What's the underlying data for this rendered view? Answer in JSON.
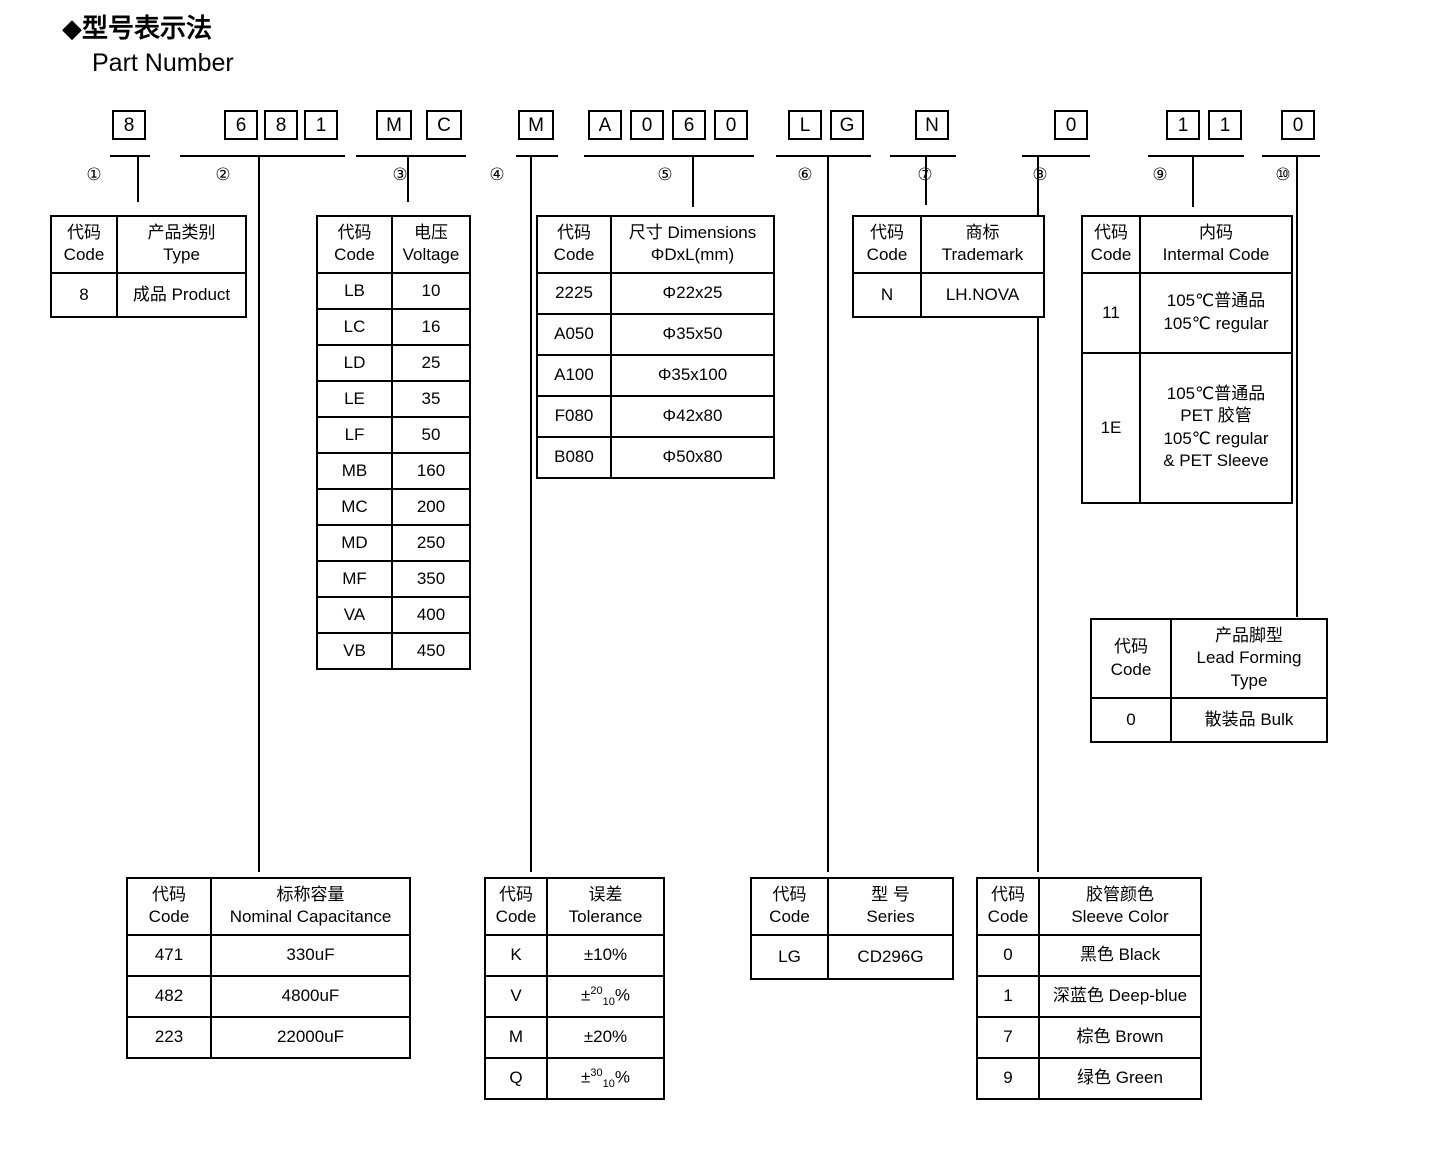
{
  "heading": {
    "cn": "◆型号表示法",
    "en": "Part Number"
  },
  "part_number": {
    "groups": [
      {
        "index": "①",
        "chars": [
          "8"
        ]
      },
      {
        "index": "②",
        "chars": [
          "6",
          "8",
          "1"
        ]
      },
      {
        "index": "③",
        "chars": [
          "M",
          "C"
        ]
      },
      {
        "index": "④",
        "chars": [
          "M"
        ]
      },
      {
        "index": "⑤",
        "chars": [
          "A",
          "0",
          "6",
          "0"
        ]
      },
      {
        "index": "⑥",
        "chars": [
          "L",
          "G"
        ]
      },
      {
        "index": "⑦",
        "chars": [
          "N"
        ]
      },
      {
        "index": "⑧",
        "chars": [
          "0"
        ]
      },
      {
        "index": "⑨",
        "chars": [
          "1",
          "1"
        ]
      },
      {
        "index": "⑩",
        "chars": [
          "0"
        ]
      }
    ]
  },
  "tables": {
    "type": {
      "header": {
        "code_cn": "代码",
        "code_en": "Code",
        "title_cn": "产品类别",
        "title_en": "Type"
      },
      "rows": [
        {
          "code": "8",
          "value": "成品 Product"
        }
      ]
    },
    "voltage": {
      "header": {
        "code_cn": "代码",
        "code_en": "Code",
        "title_cn": "电压",
        "title_en": "Voltage"
      },
      "rows": [
        {
          "code": "LB",
          "value": "10"
        },
        {
          "code": "LC",
          "value": "16"
        },
        {
          "code": "LD",
          "value": "25"
        },
        {
          "code": "LE",
          "value": "35"
        },
        {
          "code": "LF",
          "value": "50"
        },
        {
          "code": "MB",
          "value": "160"
        },
        {
          "code": "MC",
          "value": "200"
        },
        {
          "code": "MD",
          "value": "250"
        },
        {
          "code": "MF",
          "value": "350"
        },
        {
          "code": "VA",
          "value": "400"
        },
        {
          "code": "VB",
          "value": "450"
        }
      ]
    },
    "dimensions": {
      "header": {
        "code_cn": "代码",
        "code_en": "Code",
        "title_cn": "尺寸 Dimensions",
        "title_en": "ΦDxL(mm)"
      },
      "rows": [
        {
          "code": "2225",
          "value": "Φ22x25"
        },
        {
          "code": "A050",
          "value": "Φ35x50"
        },
        {
          "code": "A100",
          "value": "Φ35x100"
        },
        {
          "code": "F080",
          "value": "Φ42x80"
        },
        {
          "code": "B080",
          "value": "Φ50x80"
        }
      ]
    },
    "trademark": {
      "header": {
        "code_cn": "代码",
        "code_en": "Code",
        "title_cn": "商标",
        "title_en": "Trademark"
      },
      "rows": [
        {
          "code": "N",
          "value": "LH.NOVA"
        }
      ]
    },
    "internal_code": {
      "header": {
        "code_cn": "代码",
        "code_en": "Code",
        "title_cn": "内码",
        "title_en": "Intermal Code"
      },
      "rows": [
        {
          "code": "11",
          "lines": [
            "105℃普通品",
            "105℃  regular"
          ]
        },
        {
          "code": "1E",
          "lines": [
            "105℃普通品",
            "PET 胶管",
            "105℃  regular",
            "& PET Sleeve"
          ]
        }
      ]
    },
    "lead_forming": {
      "header": {
        "code_cn": "代码",
        "code_en": "Code",
        "title_cn": "产品脚型",
        "title_en": "Lead Forming",
        "title_en2": "Type"
      },
      "rows": [
        {
          "code": "0",
          "value": "散装品 Bulk"
        }
      ]
    },
    "capacitance": {
      "header": {
        "code_cn": "代码",
        "code_en": "Code",
        "title_cn": "标称容量",
        "title_en": "Nominal Capacitance"
      },
      "rows": [
        {
          "code": "471",
          "value": "330uF"
        },
        {
          "code": "482",
          "value": "4800uF"
        },
        {
          "code": "223",
          "value": "22000uF"
        }
      ]
    },
    "tolerance": {
      "header": {
        "code_cn": "代码",
        "code_en": "Code",
        "title_cn": "误差",
        "title_en": "Tolerance"
      },
      "rows": [
        {
          "code": "K",
          "value": "±10%",
          "sup": "",
          "sub": ""
        },
        {
          "code": "V",
          "value": "",
          "prefix": "±",
          "sup": "20",
          "sub": "10",
          "suffix": "%"
        },
        {
          "code": "M",
          "value": "±20%",
          "sup": "",
          "sub": ""
        },
        {
          "code": "Q",
          "value": "",
          "prefix": "±",
          "sup": "30",
          "sub": "10",
          "suffix": "%"
        }
      ]
    },
    "series": {
      "header": {
        "code_cn": "代码",
        "code_en": "Code",
        "title_cn": "型 号",
        "title_en": "Series"
      },
      "rows": [
        {
          "code": "LG",
          "value": "CD296G"
        }
      ]
    },
    "sleeve_color": {
      "header": {
        "code_cn": "代码",
        "code_en": "Code",
        "title_cn": "胶管颜色",
        "title_en": "Sleeve Color"
      },
      "rows": [
        {
          "code": "0",
          "value": "黑色 Black"
        },
        {
          "code": "1",
          "value": "深蓝色 Deep-blue"
        },
        {
          "code": "7",
          "value": "棕色 Brown"
        },
        {
          "code": "9",
          "value": "绿色 Green"
        }
      ]
    }
  }
}
